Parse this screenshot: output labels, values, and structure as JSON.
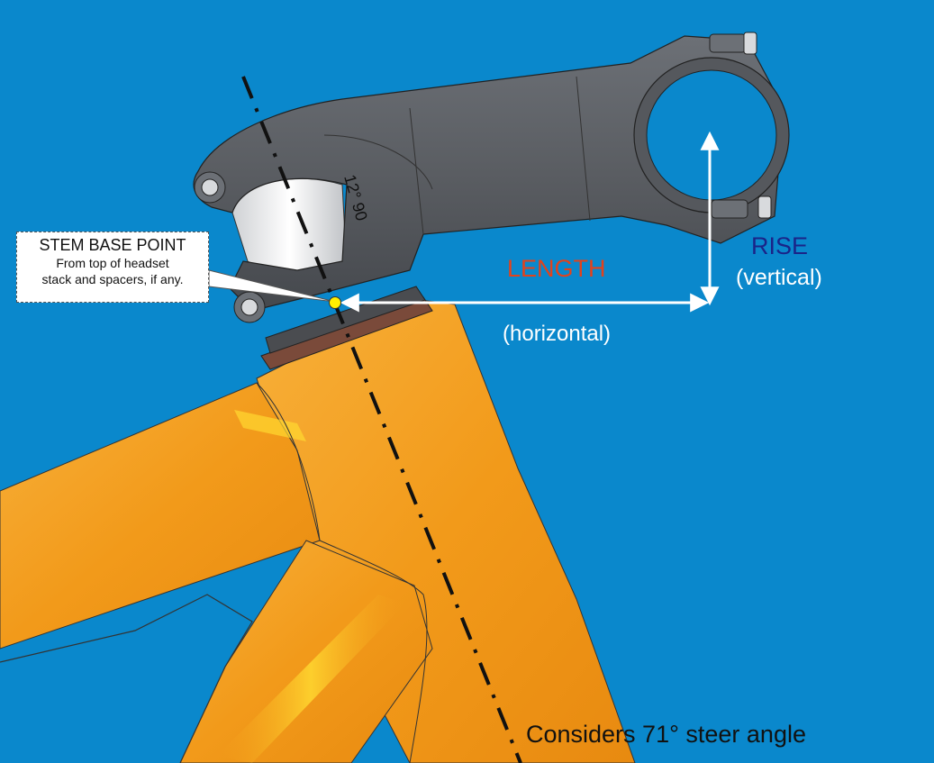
{
  "callout": {
    "title": "STEM BASE POINT",
    "line1": "From top of headset",
    "line2": "stack and spacers, if any."
  },
  "labels": {
    "length": "LENGTH",
    "horizontal": "(horizontal)",
    "rise": "RISE",
    "vertical": "(vertical)",
    "steer_note": "Considers 71° steer angle"
  },
  "stem_marking": "12° 90",
  "colors": {
    "background": "#0a88cc",
    "frame": "#f29a1a",
    "stem": "#5a5d62",
    "length_text": "#e2421c",
    "rise_text": "#1a2488",
    "base_point": "#ffee00"
  }
}
